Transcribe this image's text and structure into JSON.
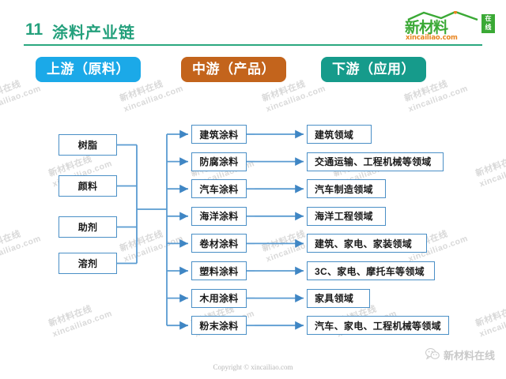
{
  "header": {
    "number": "11",
    "title": "涂料产业链",
    "logo": {
      "name": "新材料",
      "badge_line1": "在",
      "badge_line2": "线",
      "url": "xincailiao.com"
    }
  },
  "pills": [
    {
      "key": "upstream",
      "label": "上游（原料）",
      "color": "#1ba9e8"
    },
    {
      "key": "midstream",
      "label": "中游（产品）",
      "color": "#c3641c"
    },
    {
      "key": "downstream",
      "label": "下游（应用）",
      "color": "#169b8b"
    }
  ],
  "columns": {
    "upstream": {
      "heading": "上游（原料）",
      "items": [
        {
          "label": "树脂"
        },
        {
          "label": "颜料"
        },
        {
          "label": "助剂"
        },
        {
          "label": "溶剂"
        }
      ]
    },
    "midstream": {
      "heading": "中游（产品）",
      "items": [
        {
          "label": "建筑涂料"
        },
        {
          "label": "防腐涂料"
        },
        {
          "label": "汽车涂料"
        },
        {
          "label": "海洋涂料"
        },
        {
          "label": "卷材涂料"
        },
        {
          "label": "塑料涂料"
        },
        {
          "label": "木用涂料"
        },
        {
          "label": "粉末涂料"
        }
      ]
    },
    "downstream": {
      "heading": "下游（应用）",
      "items": [
        {
          "label": "建筑领域"
        },
        {
          "label": "交通运输、工程机械等领域"
        },
        {
          "label": "汽车制造领域"
        },
        {
          "label": "海洋工程领域"
        },
        {
          "label": "建筑、家电、家装领域"
        },
        {
          "label": "3C、家电、摩托车等领域"
        },
        {
          "label": "家具领域"
        },
        {
          "label": "汽车、家电、工程机械等领域"
        }
      ]
    }
  },
  "watermark": {
    "line1": "新材料在线",
    "line2": "xincailiao.com"
  },
  "footer": {
    "copyright": "Copyright © xincailiao.com",
    "wechat_label": "新材料在线"
  },
  "colors": {
    "title": "#24a07c",
    "rule": "#2aa87f",
    "connector": "#4a8fc6",
    "box_border": "#4a8fc6",
    "upstream": "#1ba9e8",
    "midstream": "#c3641c",
    "downstream": "#169b8b",
    "logo_green": "#3aa935",
    "logo_orange": "#e8851f"
  }
}
